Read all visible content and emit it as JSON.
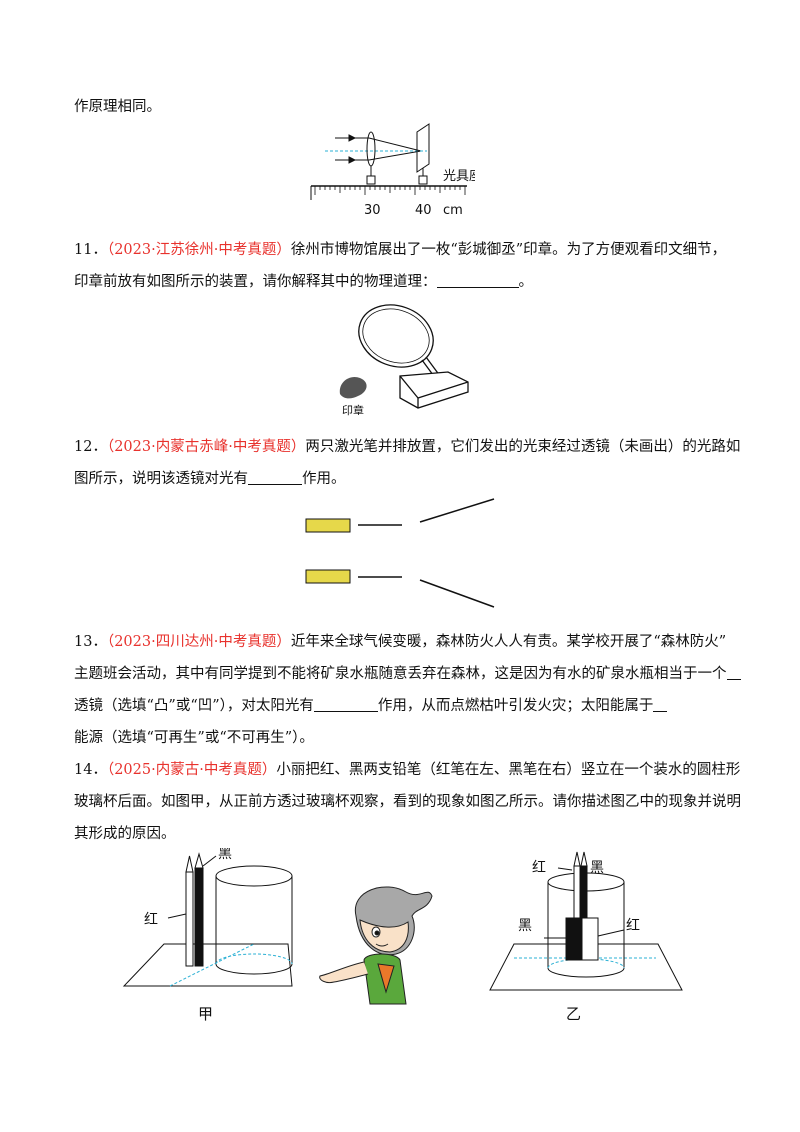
{
  "intro_line": "作原理相同。",
  "fig_optical_bench": {
    "bench_label": "光具座",
    "tick_30": "30",
    "tick_40": "40",
    "unit": "cm"
  },
  "q11": {
    "number": "11．",
    "source": "（2023·江苏徐州·中考真题）",
    "line1": "徐州市博物馆展出了一枚“彭城御丞”印章。为了方便观看印文细节，",
    "line2": "印章前放有如图所示的装置，请你解释其中的物理道理：",
    "line2_end": "。",
    "fig_label": "印章"
  },
  "q12": {
    "number": "12．",
    "source": "（2023·内蒙古赤峰·中考真题）",
    "line1": "两只激光笔并排放置，它们发出的光束经过透镜（未画出）的光路如",
    "line2": "图所示，说明该透镜对光有",
    "line2_end": "作用。"
  },
  "q13": {
    "number": "13．",
    "source": "（2023·四川达州·中考真题）",
    "line1": "近年来全球气候变暖，森林防火人人有责。某学校开展了“森林防火”",
    "line2": "主题班会活动，其中有同学提到不能将矿泉水瓶随意丢弃在森林，这是因为有水的矿泉水瓶相当于一个",
    "line3a": "透镜（选填“凸”或“凹”），对太阳光有",
    "line3b": "作用，从而点燃枯叶引发火灾；太阳能属于",
    "line4": "能源（选填“可再生”或“不可再生”）。"
  },
  "q14": {
    "number": "14．",
    "source": "（2025·内蒙古·中考真题）",
    "line1": "小丽把红、黑两支铅笔（红笔在左、黑笔在右）竖立在一个装水的圆柱形",
    "line2": "玻璃杯后面。如图甲，从正前方透过玻璃杯观察，看到的现象如图乙所示。请你描述图乙中的现象并说明",
    "line3": "其形成的原因。",
    "fig_jia": {
      "label_black": "黑",
      "label_red": "红",
      "caption": "甲"
    },
    "fig_yi": {
      "label_red_top": "红",
      "label_black_top": "黑",
      "label_black_low": "黑",
      "label_red_low": "红",
      "caption": "乙"
    }
  },
  "colors": {
    "source_red": "#e8322d",
    "laser_yellow": "#e6d84a",
    "girl_shirt_green": "#5aa83c",
    "girl_shirt_orange": "#e9782a"
  }
}
